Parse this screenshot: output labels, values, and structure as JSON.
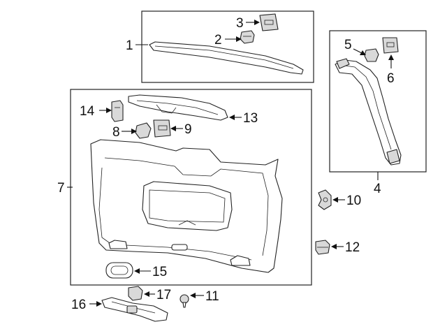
{
  "colors": {
    "line": "#222222",
    "shade": "#d9d9d9",
    "background": "#ffffff"
  },
  "callouts": {
    "c1": "1",
    "c2": "2",
    "c3": "3",
    "c4": "4",
    "c5": "5",
    "c6": "6",
    "c7": "7",
    "c8": "8",
    "c9": "9",
    "c10": "10",
    "c11": "11",
    "c12": "12",
    "c13": "13",
    "c14": "14",
    "c15": "15",
    "c16": "16",
    "c17": "17"
  }
}
